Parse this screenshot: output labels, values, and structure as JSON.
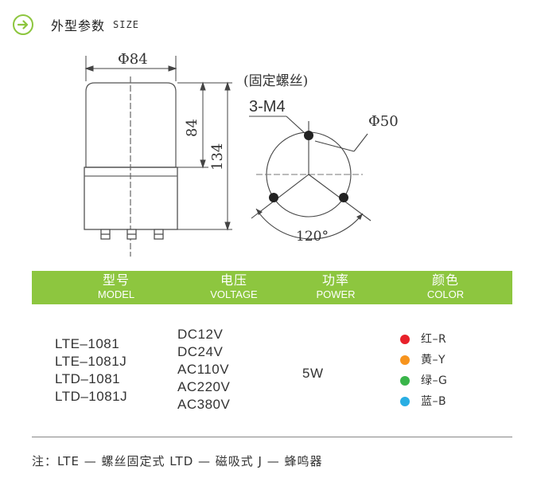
{
  "header": {
    "icon": "arrow-right-circle-icon",
    "accent": "#8dc63f",
    "title": "外型参数",
    "subtitle": "SIZE"
  },
  "drawing": {
    "diameter_label": "Φ84",
    "height_inner_label": "84",
    "height_total_label": "134",
    "fixing_label": "(固定螺丝)",
    "screw_label": "3-M4",
    "base_diameter_label": "Φ50",
    "angle_label": "120°"
  },
  "table": {
    "headers": [
      {
        "cn": "型号",
        "en": "MODEL"
      },
      {
        "cn": "电压",
        "en": "VOLTAGE"
      },
      {
        "cn": "功率",
        "en": "POWER"
      },
      {
        "cn": "颜色",
        "en": "COLOR"
      }
    ],
    "models": [
      "LTE–1081",
      "LTE–1081J",
      "LTD–1081",
      "LTD–1081J"
    ],
    "voltages": [
      "DC12V",
      "DC24V",
      "AC110V",
      "AC220V",
      "AC380V"
    ],
    "power": "5W",
    "colors": [
      {
        "label": "红–R",
        "hex": "#e8212a"
      },
      {
        "label": "黄–Y",
        "hex": "#f7941d"
      },
      {
        "label": "绿–G",
        "hex": "#39b54a"
      },
      {
        "label": "蓝–B",
        "hex": "#29aee3"
      }
    ]
  },
  "note": "注：LTE — 螺丝固定式  LTD — 磁吸式  J — 蜂鸣器"
}
